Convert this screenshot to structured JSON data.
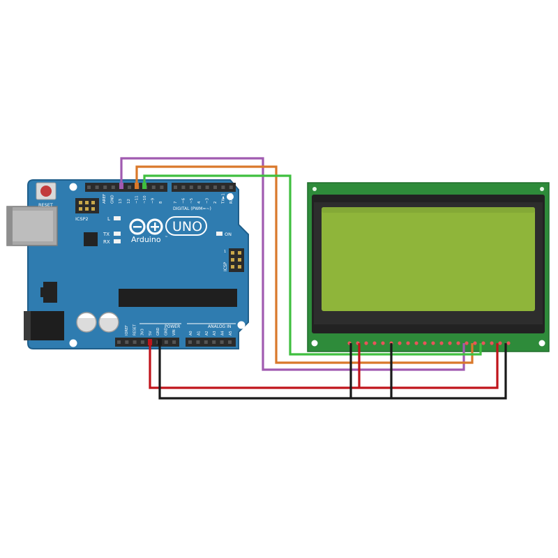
{
  "colors": {
    "background": "#ffffff",
    "board": "#2f7cb0",
    "board_edge": "#1f5e8a",
    "header": "#2b2b2b",
    "lcd_frame": "#2e8b3a",
    "lcd_bezel": "#222222",
    "lcd_screen": "#8fb53a",
    "wire_purple": "#a05ab0",
    "wire_orange": "#d9782a",
    "wire_green": "#3fbf3f",
    "wire_red": "#c0141b",
    "wire_black": "#1a1a1a"
  },
  "board": {
    "reset_label": "RESET",
    "icsp2_label": "ICSP2",
    "aref_label": "AREF",
    "gnd_label": "GND",
    "digital_pins_top": [
      "13",
      "12",
      "~11",
      "~10",
      "~9",
      "8"
    ],
    "digital_pins_top2": [
      "7",
      "~6",
      "~5",
      "4",
      "~3",
      "2",
      "TX►1",
      "RX◄0"
    ],
    "digital_label": "DIGITAL (PWM=~)",
    "l_label": "L",
    "tx_label": "TX",
    "rx_label": "RX",
    "uno_label": "UNO",
    "arduino_label": "Arduino",
    "tm_label": "™",
    "on_label": "ON",
    "icsp_label": "ICSP",
    "icsp_one": "1",
    "power_label": "POWER",
    "analog_label": "ANALOG IN",
    "power_pins": [
      "IOREF",
      "RESET",
      "3V3",
      "5V",
      "GND",
      "GND",
      "VIN"
    ],
    "analog_pins": [
      "A0",
      "A1",
      "A2",
      "A3",
      "A4",
      "A5"
    ]
  },
  "icons": {
    "usb_port": "usb-port-icon",
    "power_jack": "power-jack-icon",
    "reset_button": "reset-button-icon",
    "arduino_logo": "arduino-infinity-logo-icon"
  }
}
